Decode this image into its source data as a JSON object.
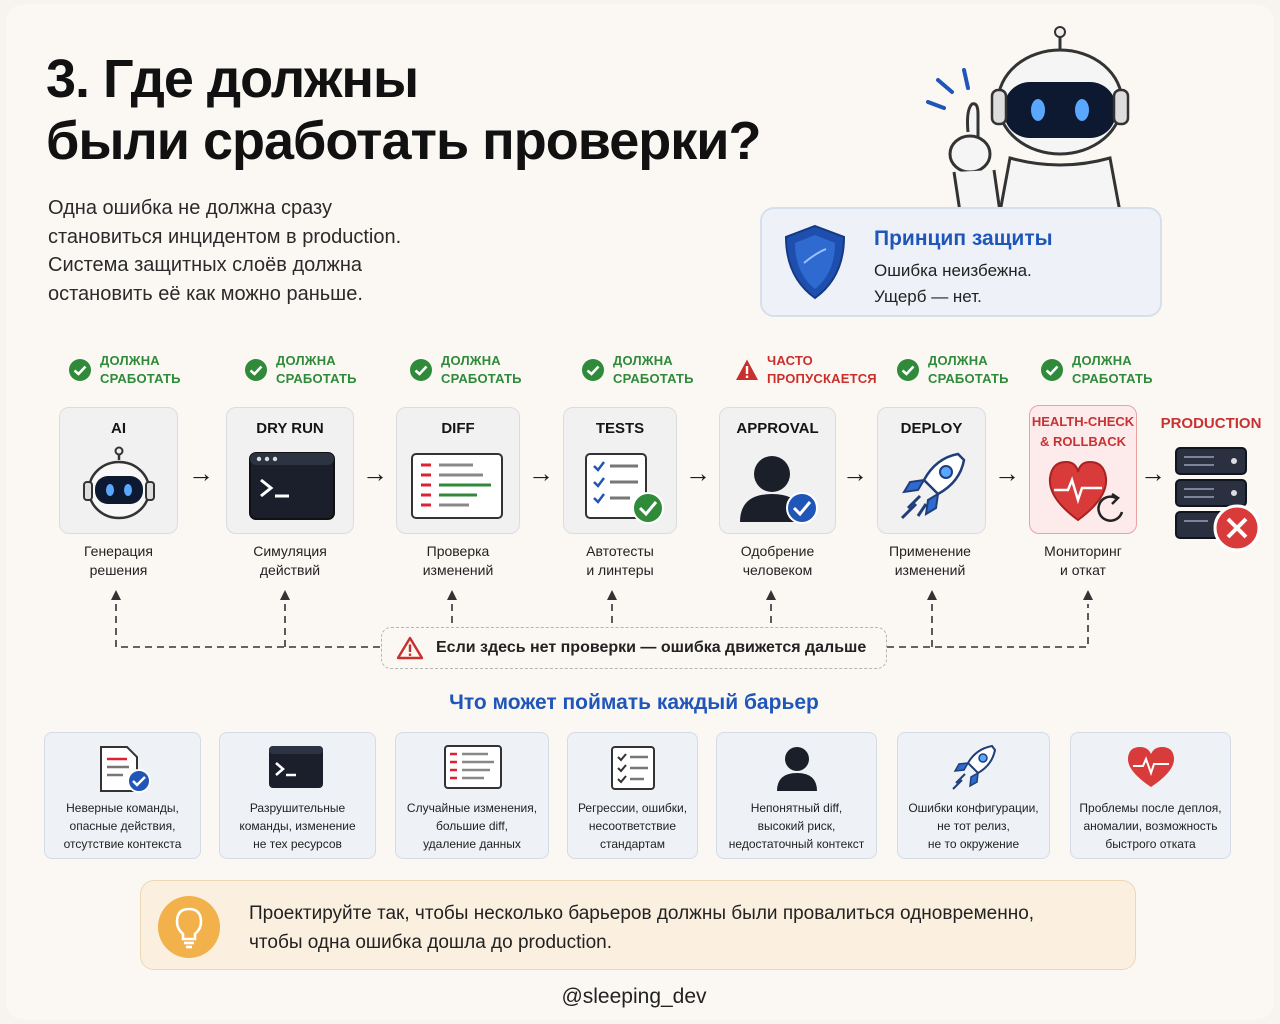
{
  "title": {
    "line1": "3. Где должны",
    "line2": "были сработать проверки?"
  },
  "lead": {
    "line1": "Одна ошибка не должна сразу",
    "line2": "становиться инцидентом в production.",
    "line3": "Система защитных слоёв должна",
    "line4": "остановить её как можно раньше."
  },
  "principle": {
    "title": "Принцип защиты",
    "line1": "Ошибка неизбежна.",
    "line2": "Ущерб — нет.",
    "icon": "shield-icon"
  },
  "colors": {
    "ok": "#2f8a3a",
    "warn": "#c9302c",
    "accent": "#1f56b8",
    "tip_bg": "#fbf0e0"
  },
  "statuses": [
    {
      "line1": "ДОЛЖНА",
      "line2": "СРАБОТАТЬ",
      "kind": "ok"
    },
    {
      "line1": "ДОЛЖНА",
      "line2": "СРАБОТАТЬ",
      "kind": "ok"
    },
    {
      "line1": "ДОЛЖНА",
      "line2": "СРАБОТАТЬ",
      "kind": "ok"
    },
    {
      "line1": "ДОЛЖНА",
      "line2": "СРАБОТАТЬ",
      "kind": "ok"
    },
    {
      "line1": "ЧАСТО",
      "line2": "ПРОПУСКАЕТСЯ",
      "kind": "warn"
    },
    {
      "line1": "ДОЛЖНА",
      "line2": "СРАБОТАТЬ",
      "kind": "ok"
    },
    {
      "line1": "ДОЛЖНА",
      "line2": "СРАБОТАТЬ",
      "kind": "ok"
    }
  ],
  "stages": [
    {
      "title": "AI",
      "cap1": "Генерация",
      "cap2": "решения",
      "icon": "robot-icon"
    },
    {
      "title": "DRY RUN",
      "cap1": "Симуляция",
      "cap2": "действий",
      "icon": "terminal-icon"
    },
    {
      "title": "DIFF",
      "cap1": "Проверка",
      "cap2": "изменений",
      "icon": "diff-icon"
    },
    {
      "title": "TESTS",
      "cap1": "Автотесты",
      "cap2": "и линтеры",
      "icon": "checklist-icon"
    },
    {
      "title": "APPROVAL",
      "cap1": "Одобрение",
      "cap2": "человеком",
      "icon": "user-check-icon"
    },
    {
      "title": "DEPLOY",
      "cap1": "Применение",
      "cap2": "изменений",
      "icon": "rocket-icon"
    },
    {
      "title1": "HEALTH-CHECK",
      "title2": "& ROLLBACK",
      "cap1": "Мониторинг",
      "cap2": "и откат",
      "icon": "heart-rollback-icon"
    }
  ],
  "production": {
    "title": "PRODUCTION",
    "icon": "server-error-icon"
  },
  "warning": {
    "text": "Если здесь нет проверки — ошибка движется дальше",
    "icon": "warning-icon"
  },
  "barriers_heading": "Что может поймать каждый барьер",
  "barriers": [
    {
      "l1": "Неверные команды,",
      "l2": "опасные действия,",
      "l3": "отсутствие контекста",
      "icon": "document-check-icon"
    },
    {
      "l1": "Разрушительные",
      "l2": "команды, изменение",
      "l3": "не тех ресурсов",
      "icon": "terminal-icon"
    },
    {
      "l1": "Случайные изменения,",
      "l2": "большие diff,",
      "l3": "удаление данных",
      "icon": "diff-icon"
    },
    {
      "l1": "Регрессии, ошибки,",
      "l2": "несоответствие",
      "l3": "стандартам",
      "icon": "checklist-icon"
    },
    {
      "l1": "Непонятный diff,",
      "l2": "высокий риск,",
      "l3": "недостаточный контекст",
      "icon": "user-icon"
    },
    {
      "l1": "Ошибки конфигурации,",
      "l2": "не тот релиз,",
      "l3": "не то окружение",
      "icon": "rocket-icon"
    },
    {
      "l1": "Проблемы после деплоя,",
      "l2": "аномалии, возможность",
      "l3": "быстрого отката",
      "icon": "heart-icon"
    }
  ],
  "tip": {
    "line1": "Проектируйте так, чтобы несколько барьеров должны были провалиться одновременно,",
    "line2": "чтобы одна ошибка дошла до production.",
    "icon": "lightbulb-icon"
  },
  "handle": "@sleeping_dev"
}
